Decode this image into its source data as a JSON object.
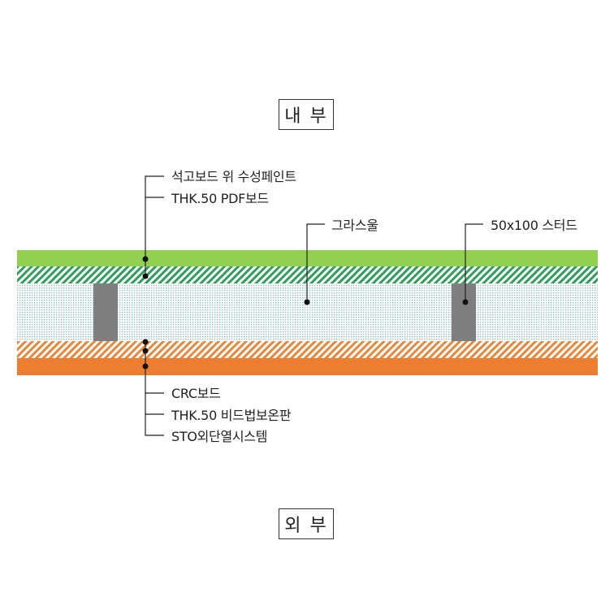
{
  "labels": {
    "inside": "내 부",
    "outside": "외 부"
  },
  "callouts": {
    "top_1": "석고보드 위 수성페인트",
    "top_2": "THK.50 PDF보드",
    "insulation": "그라스울",
    "stud": "50x100 스터드",
    "bottom_1": "CRC보드",
    "bottom_2": "THK.50 비드법보온판",
    "bottom_3": "STO외단열시스템"
  },
  "colors": {
    "paint_layer": "#92d050",
    "pdf_board_hatch": "#2e9e5b",
    "insulation_dots": "#8fbfc9",
    "stud": "#7f7f7f",
    "bead_board_hatch": "#e8873a",
    "sto_layer": "#ed7d31",
    "leader_line": "#222222"
  }
}
